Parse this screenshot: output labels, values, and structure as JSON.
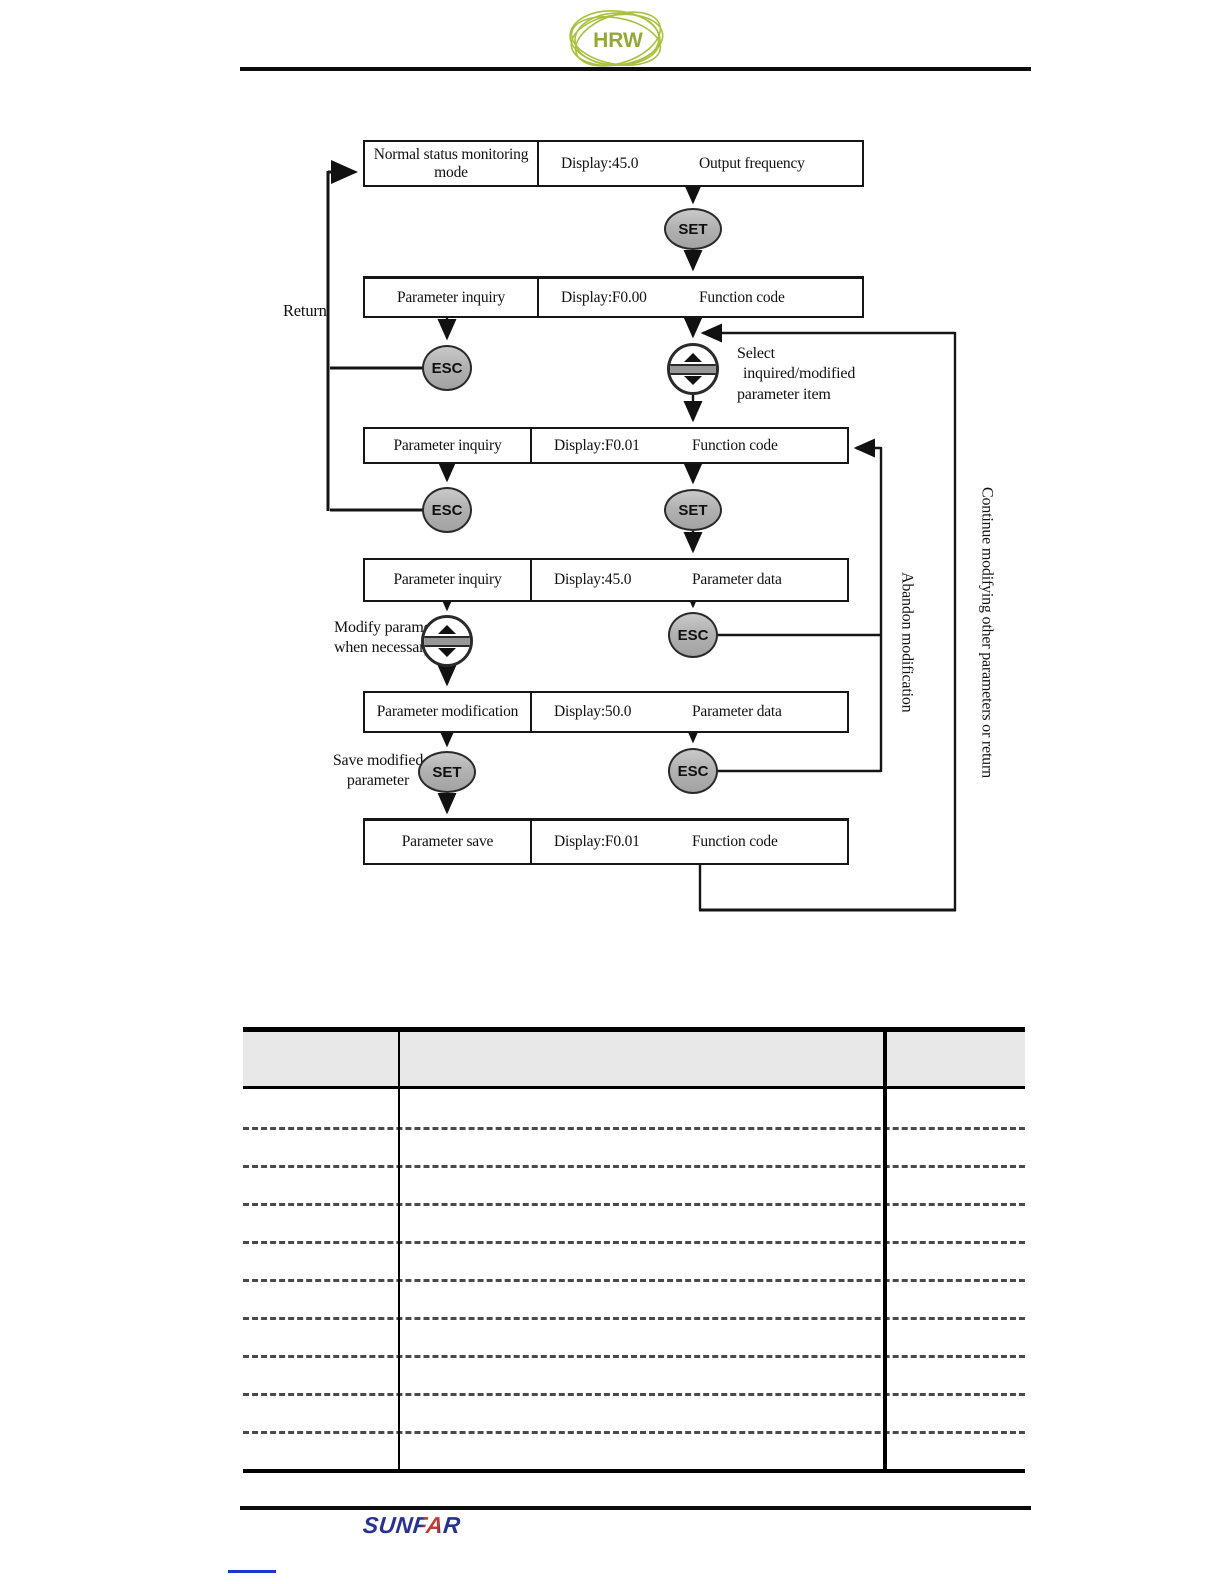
{
  "header": {
    "logo_text": "HRW"
  },
  "flowchart": {
    "boxes": [
      {
        "label": "Normal status monitoring mode",
        "display": "Display:45.0",
        "note": "Output frequency"
      },
      {
        "label": "Parameter inquiry",
        "display": "Display:F0.00",
        "note": "Function code"
      },
      {
        "label": "Parameter inquiry",
        "display": "Display:F0.01",
        "note": "Function code"
      },
      {
        "label": "Parameter inquiry",
        "display": "Display:45.0",
        "note": "Parameter data"
      },
      {
        "label": "Parameter modification",
        "display": "Display:50.0",
        "note": "Parameter data"
      },
      {
        "label": "Parameter save",
        "display": "Display:F0.01",
        "note": "Function code"
      }
    ],
    "buttons": {
      "set": "SET",
      "esc": "ESC"
    },
    "annotations": {
      "return_label": "Return",
      "select_lines": [
        "Select",
        "inquired/modified",
        "parameter item"
      ],
      "modify_lines": [
        "Modify parameter",
        "when necessary"
      ],
      "save_lines": [
        "Save modified",
        "parameter"
      ],
      "abandon_label": "Abandon modification",
      "continue_label": "Continue modifying other parameters or return"
    }
  },
  "table": {
    "body_row_count": 10,
    "column_count": 3,
    "header_fill": "#e8e8e8"
  },
  "footer": {
    "brand": "SUNFAR"
  }
}
